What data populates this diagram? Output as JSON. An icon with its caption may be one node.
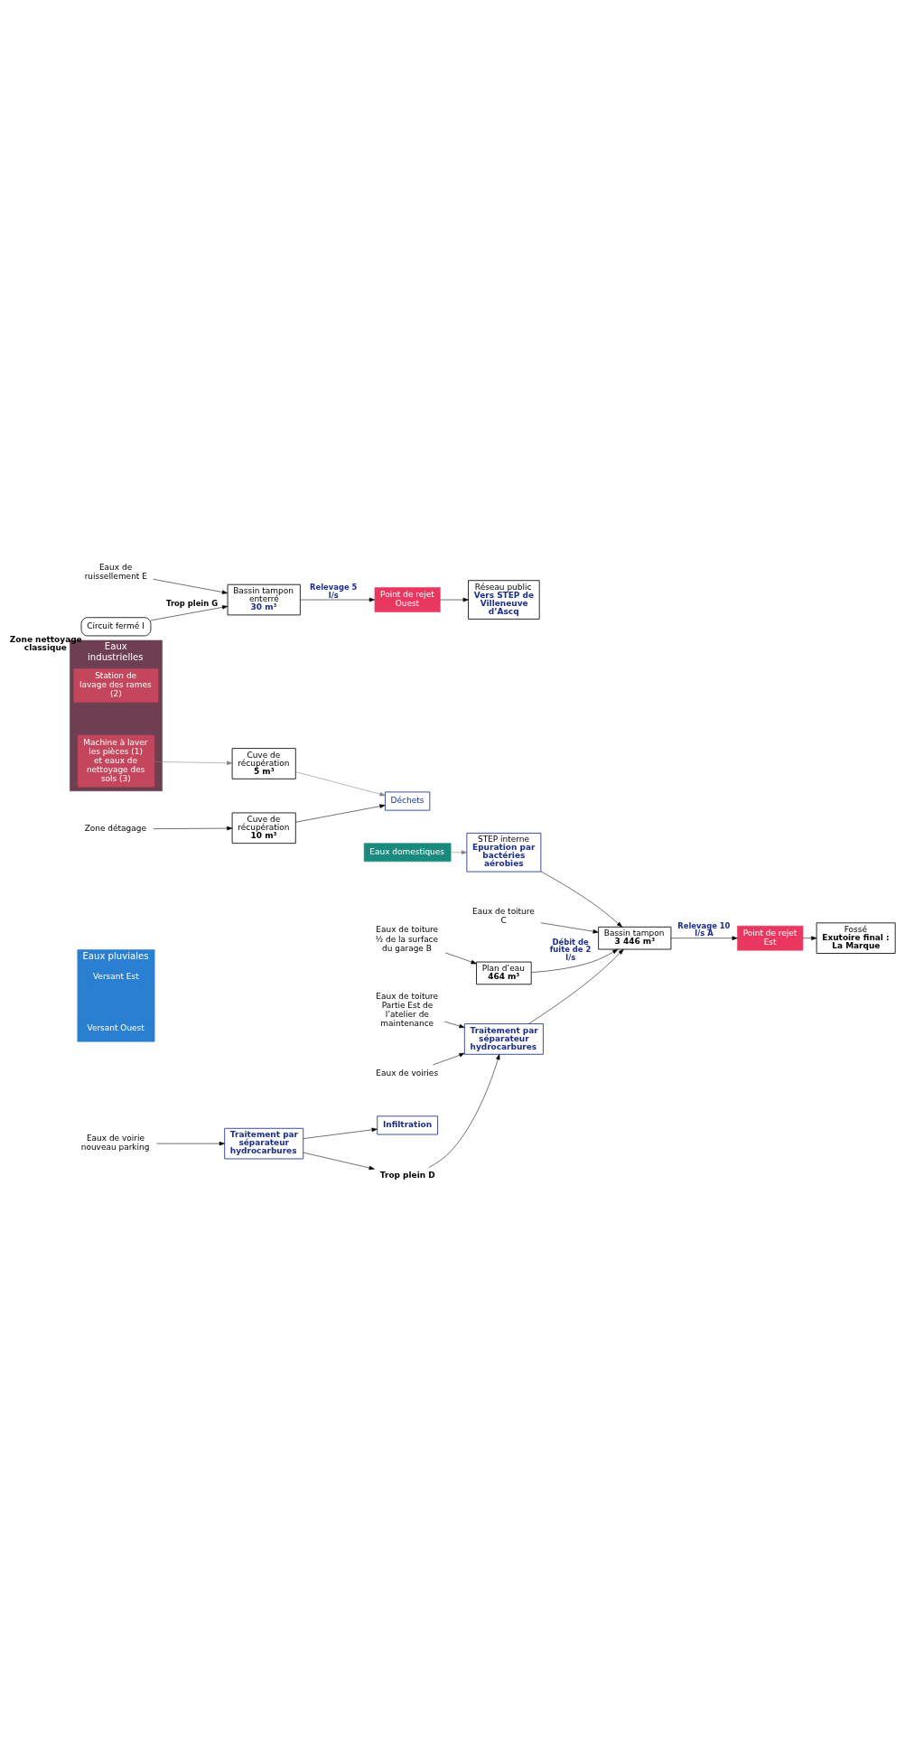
{
  "diagram": {
    "nodes": [
      {
        "text": [
          "Eaux domestiques"
        ]
      },
      {
        "text": [
          "Eaux pluviales"
        ]
      },
      {
        "text": [
          "Versant Est"
        ],
        "in": 1
      },
      {
        "text": [
          "Versant Ouest"
        ],
        "in": 1
      },
      {
        "text": [
          "Eaux industrielles"
        ]
      },
      {
        "text": [
          "Station de lavage des rames (2)"
        ],
        "in": 4
      },
      {
        "text": [
          "Machine à laver les pièces (1) et eaux de nettoyage des sols (3)"
        ],
        "in": 4
      },
      {
        "text": [
          "Eaux de toiture ½ de la surface du garage B"
        ]
      },
      {
        "text": [
          "Eaux de toiture C"
        ]
      },
      {
        "text": [
          "Eaux de toiture Partie Est de l’atelier de maintenance"
        ]
      },
      {
        "text": [
          "Eaux de voiries"
        ]
      },
      {
        "text": [
          "Eaux de voirie nouveau parking"
        ]
      },
      {
        "text": [
          "Eaux de ruissellement E"
        ]
      },
      {
        "text": [
          "Circuit fermé I"
        ],
        "beside": [
          "Zone nettoyage classique"
        ]
      },
      {
        "text": [
          "Zone détagage"
        ]
      },
      {
        "text": [
          "STEP interne",
          "Epuration par bactéries aérobies"
        ]
      },
      {
        "text": [
          "Plan d’eau",
          "464 m³"
        ]
      },
      {
        "text": [
          "Traitement par séparateur hydrocarbures"
        ]
      },
      {
        "text": [
          "Traitement par séparateur hydrocarbures"
        ]
      },
      {
        "text": [
          "Bassin tampon",
          "3 446 m³"
        ]
      },
      {
        "text": [
          "Bassin tampon enterré",
          "30 m³"
        ]
      },
      {
        "text": [
          "Cuve de récupération",
          "5 m³"
        ]
      },
      {
        "text": [
          "Cuve de récupération",
          "10 m³"
        ]
      },
      {
        "text": [
          "Infiltration"
        ]
      },
      {
        "text": [
          "Trop plein D"
        ]
      },
      {
        "text": [
          "Point de rejet Est"
        ]
      },
      {
        "text": [
          "Point de rejet Ouest"
        ]
      },
      {
        "text": [
          "Déchets"
        ]
      },
      {
        "text": [
          "Fossé",
          "Exutoire final : La Marque"
        ]
      },
      {
        "text": [
          "Réseau public",
          "Vers STEP de Villeneuve d’Ascq"
        ]
      }
    ],
    "edges": [
      {
        "from": 0,
        "to": 15,
        "arrow": "to",
        "color": "#808080"
      },
      {
        "from": 15,
        "to": 19,
        "arrow": "to"
      },
      {
        "from": 7,
        "to": 16,
        "arrow": "to"
      },
      {
        "from": 16,
        "to": 19,
        "arrow": "to",
        "label": "Débit de fuite de 2 l/s"
      },
      {
        "from": 8,
        "to": 19,
        "arrow": "to"
      },
      {
        "from": 9,
        "to": 17,
        "arrow": "to"
      },
      {
        "from": 10,
        "to": 17,
        "arrow": "to"
      },
      {
        "from": 17,
        "to": 19,
        "arrow": "to"
      },
      {
        "from": 11,
        "to": 18,
        "arrow": "to"
      },
      {
        "from": 18,
        "to": 23,
        "arrow": "to"
      },
      {
        "from": 18,
        "to": 24,
        "arrow": "to"
      },
      {
        "from": 24,
        "to": 17,
        "arrow": "to"
      },
      {
        "from": 12,
        "to": 20,
        "arrow": "to"
      },
      {
        "from": 13,
        "to": 20,
        "arrow": "to",
        "label": "Trop plein G"
      },
      {
        "from": 20,
        "to": 26,
        "arrow": "to",
        "label": "Relevage 5 l/s"
      },
      {
        "from": 26,
        "to": 29,
        "arrow": "to"
      },
      {
        "from": 19,
        "to": 25,
        "arrow": "to",
        "label": "Relevage 10 l/s A"
      },
      {
        "from": 25,
        "to": 28,
        "arrow": "to"
      },
      {
        "from": 14,
        "to": 22,
        "arrow": "to"
      },
      {
        "from": 22,
        "to": 27,
        "arrow": "to"
      },
      {
        "from": 6,
        "to": 21,
        "arrow": "to",
        "color": "#808080"
      },
      {
        "from": 21,
        "to": 27,
        "arrow": "to",
        "color": "#808080"
      }
    ]
  }
}
